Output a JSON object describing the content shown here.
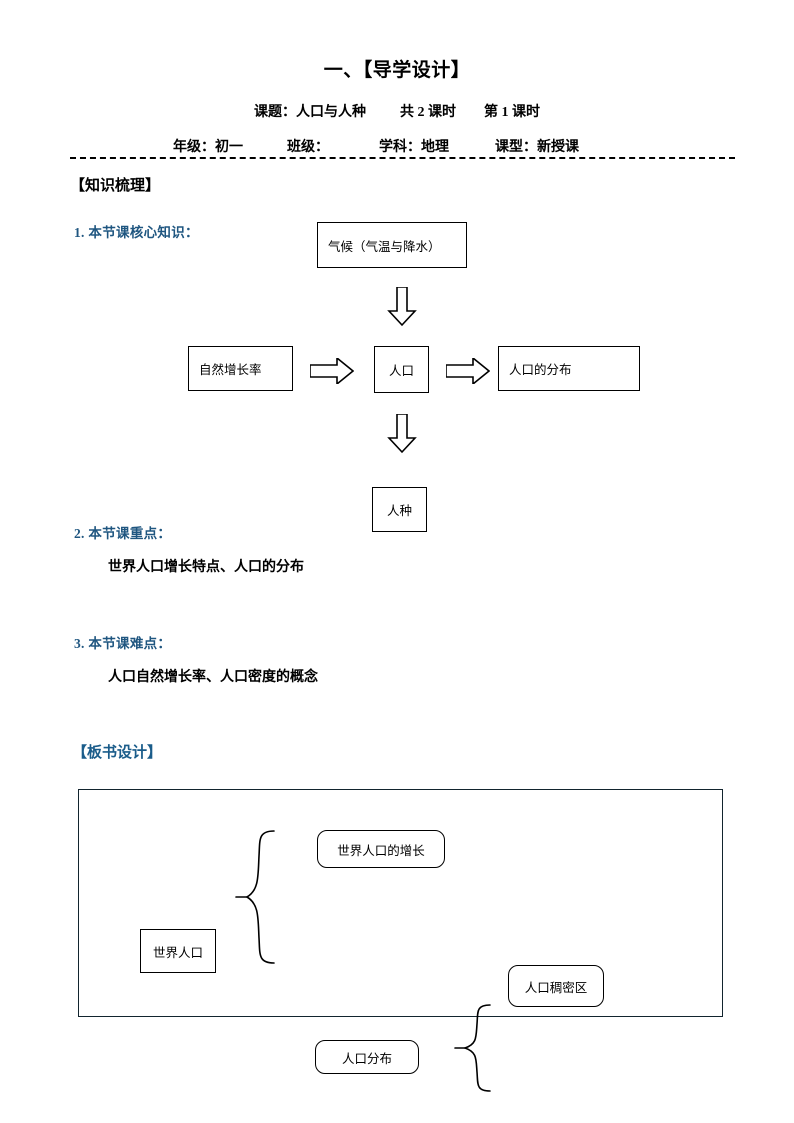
{
  "document": {
    "title": "一、【导学设计】",
    "meta": {
      "topic_label": "课题：",
      "topic_value": "人口与人种",
      "total_periods": "共 2 课时",
      "current_period": "第 1 课时",
      "grade_label": "年级：",
      "grade_value": "初一",
      "class_label": "班级：",
      "class_value": "",
      "subject_label": "学科：",
      "subject_value": "地理",
      "lesson_type_label": "课型：",
      "lesson_type_value": "新授课"
    }
  },
  "sections": {
    "knowledge_review": {
      "heading": "【知识梳理】",
      "items": [
        {
          "number": "1.",
          "label": "本节课核心知识：",
          "content": ""
        },
        {
          "number": "2.",
          "label": "本节课重点：",
          "content": "世界人口增长特点、人口的分布"
        },
        {
          "number": "3.",
          "label": "本节课难点：",
          "content": "人口自然增长率、人口密度的概念"
        }
      ]
    },
    "board_design": {
      "heading": "【板书设计】"
    }
  },
  "flowchart": {
    "type": "flow",
    "nodes": [
      {
        "id": "climate",
        "text": "气候（气温与降水）"
      },
      {
        "id": "natural-growth-rate",
        "text": "自然增长率"
      },
      {
        "id": "population",
        "text": "人口"
      },
      {
        "id": "population-distribution",
        "text": "人口的分布"
      },
      {
        "id": "race",
        "text": "人种"
      }
    ],
    "arrows": [
      {
        "from": "climate",
        "to": "population",
        "direction": "down"
      },
      {
        "from": "natural-growth-rate",
        "to": "population",
        "direction": "right"
      },
      {
        "from": "population",
        "to": "population-distribution",
        "direction": "right"
      },
      {
        "from": "population",
        "to": "race",
        "direction": "down"
      }
    ]
  },
  "board_diagram": {
    "nodes": [
      {
        "id": "world-population",
        "text": "世界人口",
        "shape": "rect"
      },
      {
        "id": "world-population-growth",
        "text": "世界人口的增长",
        "shape": "rounded"
      },
      {
        "id": "population-distribution",
        "text": "人口分布",
        "shape": "rounded"
      },
      {
        "id": "dense-population-area",
        "text": "人口稠密区",
        "shape": "rounded"
      }
    ],
    "braces": [
      {
        "from": "world-population",
        "to": "world-population-growth"
      },
      {
        "from": "population-distribution",
        "to": "dense-population-area"
      }
    ]
  },
  "colors": {
    "heading_blue": "#1a5c8a",
    "number_blue": "#1f5680",
    "text_black": "#000000",
    "board_border": "#12242e"
  }
}
